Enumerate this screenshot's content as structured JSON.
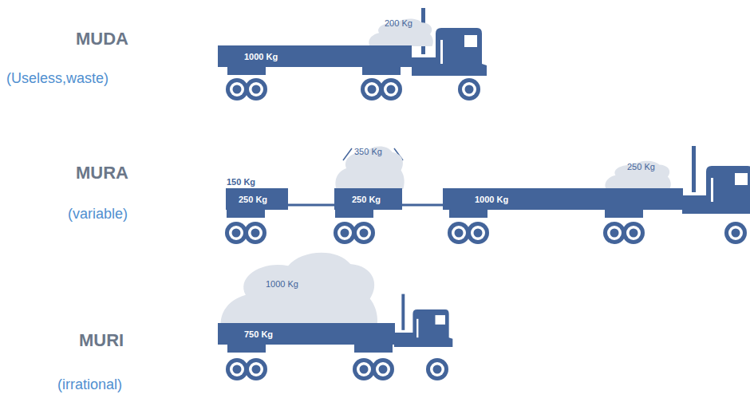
{
  "diagram": {
    "nodes": [
      {
        "text": [
          "200 Kg"
        ]
      },
      {
        "text": [
          "1000 Kg"
        ]
      },
      {
        "text": [
          "350 Kg"
        ]
      },
      {
        "text": [
          "250 Kg"
        ]
      },
      {
        "text": [
          "250 Kg"
        ]
      },
      {
        "text": [
          "250 Kg"
        ]
      },
      {
        "text": [
          "1000 Kg"
        ]
      },
      {
        "text": [
          "1000 Kg"
        ]
      },
      {
        "text": [
          "750 Kg"
        ]
      }
    ],
    "labels": [
      "MUDA",
      "(Useless,waste)",
      "MURA",
      "(variable)",
      "MURI",
      "(irrational)",
      "150 Kg"
    ]
  }
}
